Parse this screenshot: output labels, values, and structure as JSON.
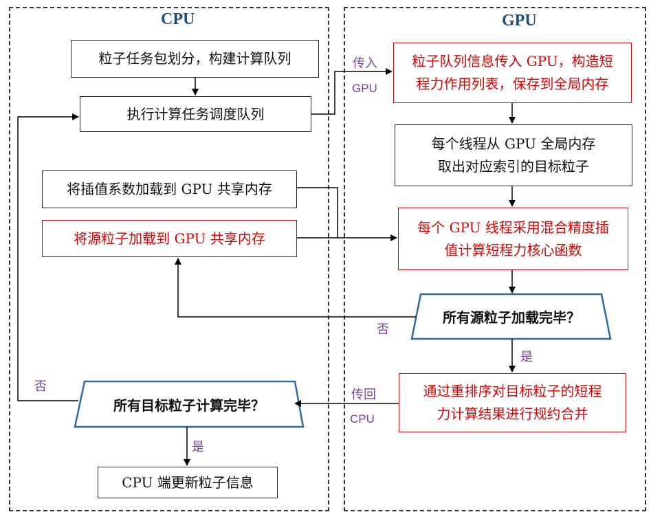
{
  "cpu_panel": {
    "title": "CPU"
  },
  "gpu_panel": {
    "title": "GPU"
  },
  "cpu": {
    "partition": "粒子任务包划分，构建计算队列",
    "execute": "执行计算任务调度队列",
    "load_interp_line1": "将插值系数加载到 GPU 共享内存",
    "load_source": "将源粒子加载到 GPU 共享内存",
    "decision_all_target": "所有目标粒子计算完毕？",
    "update": "CPU 端更新粒子信息"
  },
  "gpu": {
    "transfer_line1": "粒子队列信息传入 GPU，构造短",
    "transfer_line2": "程力作用列表，保存到全局内存",
    "fetch_line1": "每个线程从 GPU 全局内存",
    "fetch_line2": "取出对应索引的目标粒子",
    "compute_line1": "每个 GPU 线程采用混合精度插",
    "compute_line2": "值计算短程力核心函数",
    "decision_all_source": "所有源粒子加载完毕？",
    "reduce_line1": "通过重排序对目标粒子的短程",
    "reduce_line2": "力计算结果进行规约合并"
  },
  "labels": {
    "in_word": "传入",
    "in_gpu": "GPU",
    "back_word": "传回",
    "back_cpu": "CPU",
    "no_source": "否",
    "yes_source": "是",
    "no_target": "否",
    "yes_target": "是"
  },
  "colors": {
    "title": "#1f4e79",
    "highlight": "#e00000",
    "label": "#7a3f98",
    "decision_border": "#2e6a9e"
  }
}
